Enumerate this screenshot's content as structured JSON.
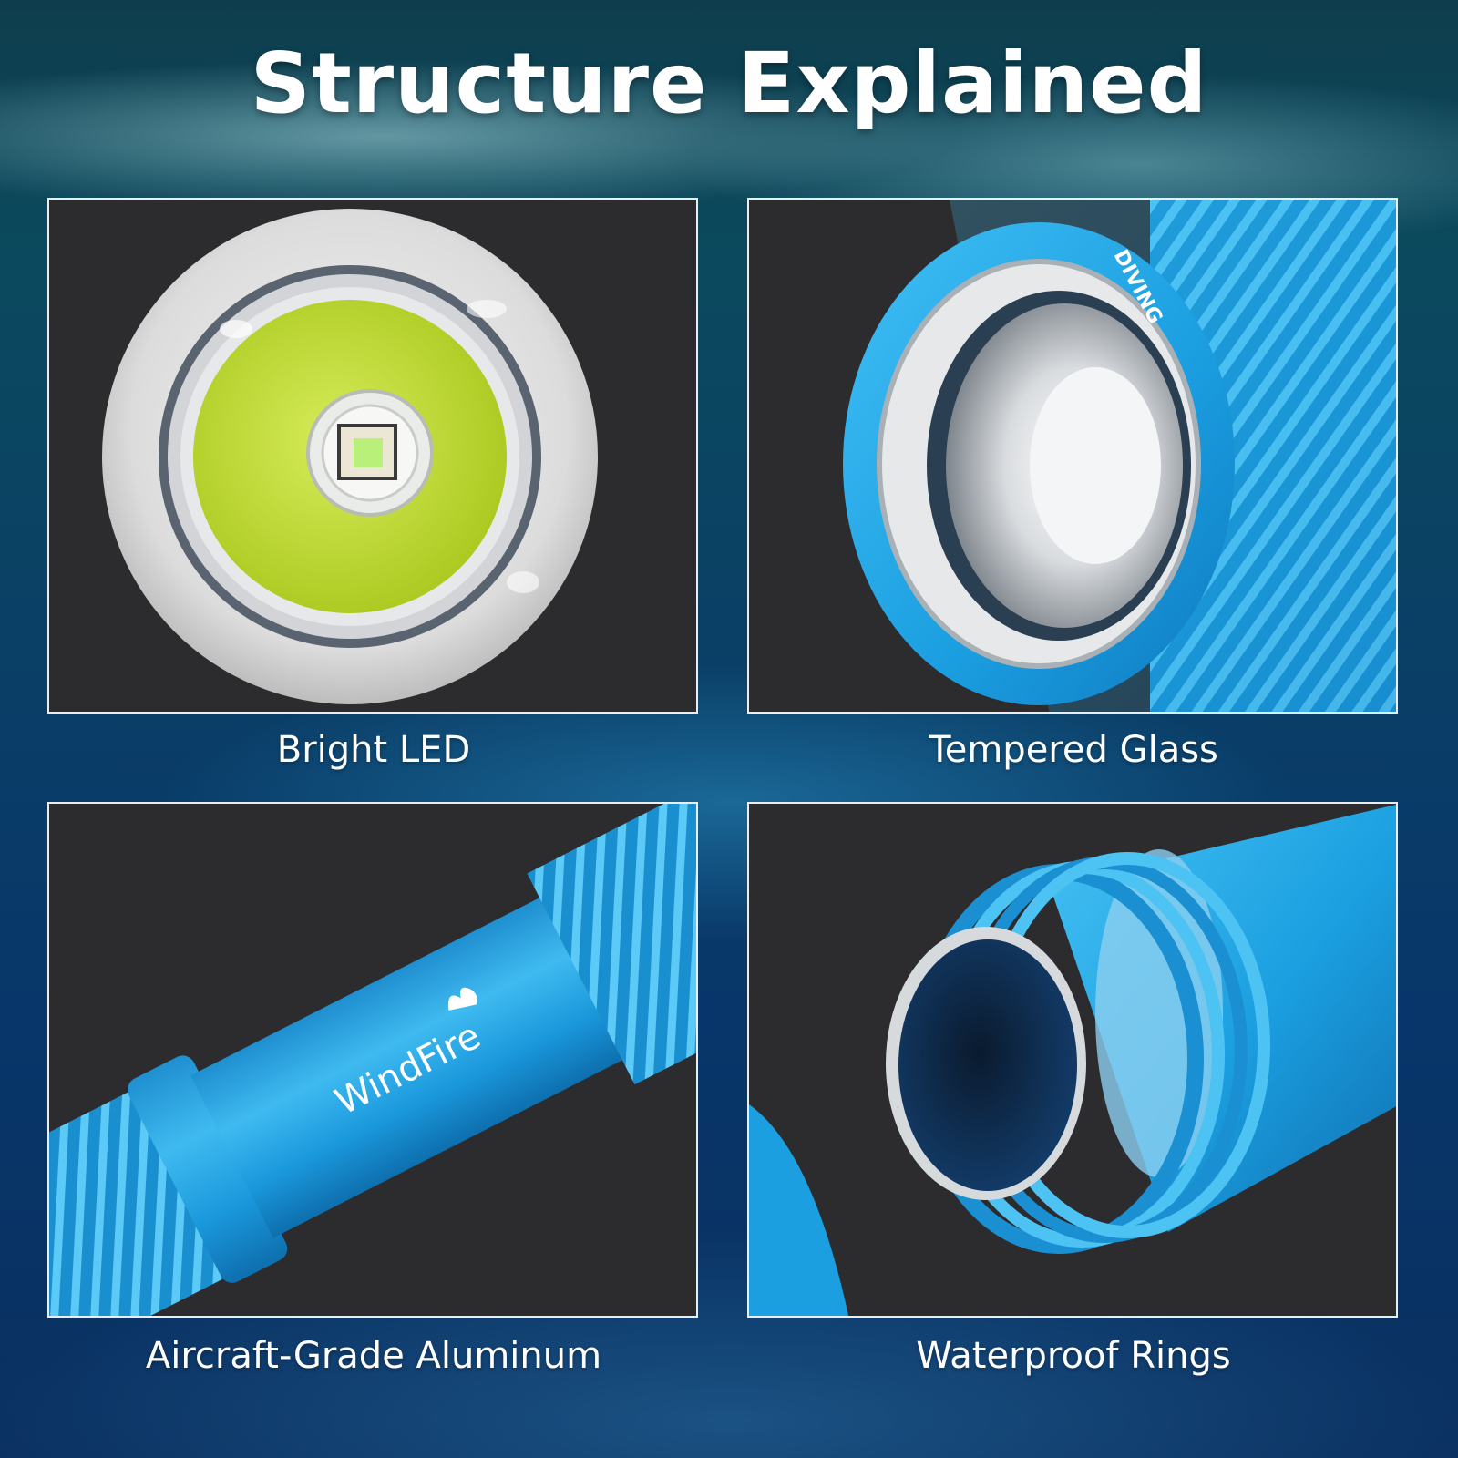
{
  "title": "Structure Explained",
  "panels": [
    {
      "caption": "Bright LED",
      "image": "led-head-photo"
    },
    {
      "caption": "Tempered Glass",
      "image": "glass-bezel-photo",
      "engraving": "DIVING"
    },
    {
      "caption": "Aircraft-Grade Aluminum",
      "image": "aluminum-body-photo",
      "logo": "WindFire"
    },
    {
      "caption": "Waterproof Rings",
      "image": "thread-oring-photo"
    }
  ],
  "colors": {
    "panel_bg": "#2c2c2f",
    "flashlight_blue": "#1ea6e6",
    "led_green": "#c4e23a",
    "text": "#ffffff"
  }
}
